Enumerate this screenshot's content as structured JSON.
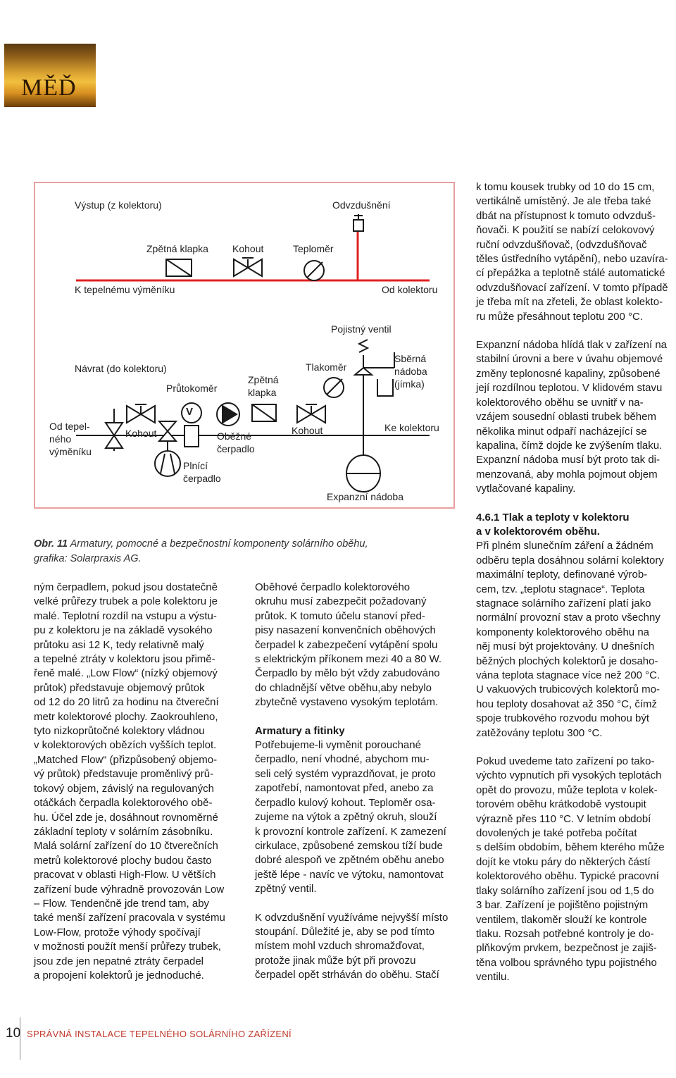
{
  "header": {
    "logo_text": "MĚĎ"
  },
  "diagram": {
    "labels": {
      "vystup": "Výstup (z kolektoru)",
      "odvzdusneni": "Odvzdušnění",
      "zpetna_klapka_top": "Zpětná klapka",
      "kohout_top": "Kohout",
      "teplomer": "Teploměr",
      "k_tepelnemu": "K tepelnému výměníku",
      "od_kolektoru": "Od kolektoru",
      "pojistny_ventil": "Pojistný ventil",
      "navrat": "Návrat (do kolektoru)",
      "tlakomer": "Tlakoměr",
      "zpetna_klapka_mid": "Zpětná\nklapka",
      "sberna_nadoba": "Sběrná\nnádoba\n(jímka)",
      "prutokomer": "Průtokoměr",
      "od_tepelneho": "Od tepel-\nného\nvýměníku",
      "kohout_left": "Kohout",
      "obezne_cerpadlo": "Oběžné\nčerpadlo",
      "kohout_mid": "Kohout",
      "ke_kolektoru": "Ke kolektoru",
      "plnici_cerpadlo": "Plnící\nčerpadlo",
      "expanzni_nadoba": "Expanzní nádoba",
      "flowmeter_symbol": "V"
    }
  },
  "caption": {
    "number": "Obr. 11",
    "text": " Armatury, pomocné a bezpečnostní komponenty solárního oběhu, grafika: Solarpraxis AG."
  },
  "columns": {
    "left": [
      "ným čerpadlem, pokud jsou dostatečně\nvelké průřezy trubek a pole kolektoru je\nmalé. Teplotní rozdíl na vstupu a výstu-\npu z kolektoru je na základě vysokého\nprůtoku asi 12 K, tedy relativně malý\na tepelné ztráty v kolektoru jsou přimě-\nřeně malé. „Low Flow“ (nízký objemový\nprůtok) představuje objemový průtok\nod 12 do 20 litrů za hodinu na čtvereční\nmetr kolektorové plochy. Zaokrouhleno,\ntyto nizkoprůtočné kolektory vládnou\nv kolektorových obězích vyšších teplot.\n„Matched Flow“ (přizpůsobený objemo-\nvý průtok) představuje proměnlivý prů-\ntokový objem, závislý na regulovaných\notáčkách čerpadla kolektorového obě-\nhu. Účel zde je, dosáhnout rovnoměrné\nzákladní teploty v solárním zásobníku.\nMalá solární zařízení do 10 čtverečních\nmetrů kolektorové plochy budou často\npracovat v oblasti High-Flow. U větších\nzařízení bude výhradně provozován Low\n– Flow. Tendenčně jde trend tam, aby\ntaké menší zařízení pracovala v systému\nLow-Flow, protože výhody spočívají\nv možnosti použít menší průřezy trubek,\njsou zde jen nepatné ztráty čerpadel\na propojení kolektorů je jednoduché."
    ],
    "mid": {
      "p1": "Oběhové čerpadlo kolektorového\nokruhu musí zabezpečit požadovaný\nprůtok. K tomuto účelu stanoví před-\npisy nasazení konvenčních oběhových\nčerpadel k zabezpečení vytápění spolu\ns elektrickým příkonem mezi 40 a 80 W.\nČerpadlo by mělo být vždy zabudováno\ndo chladnější větve oběhu,aby nebylo\nzbytečně vystaveno vysokým teplotám.",
      "heading": "Armatury a fitinky",
      "p2": "Potřebujeme-li vyměnit porouchané\nčerpadlo, není vhodné, abychom mu-\nseli celý systém vyprazdňovat, je proto\nzapotřebí, namontovat před, anebo za\nčerpadlo kulový kohout. Teploměr osa-\nzujeme na výtok a zpětný okruh, slouží\nk provozní kontrole zařízení. K zamezení\ncirkulace, způsobené zemskou tíží bude\ndobré alespoň ve zpětném oběhu anebo\nještě lépe - navíc ve výtoku, namontovat\nzpětný ventil.",
      "p3": "K odvzdušnění využíváme nejvyšší místo\nstoupání. Důležité je, aby se pod tímto\nmístem mohl vzduch shromažďovat,\nprotože jinak může být při provozu\nčerpadel opět strháván do oběhu. Stačí"
    },
    "right": {
      "p1": "k tomu kousek trubky od 10 do 15 cm,\nvertikálně umístěný. Je ale třeba také\ndbát na přístupnost k tomuto odvzduš-\nňovači. K použití se nabízí celokovový\nruční odvzdušňovač, (odvzdušňovač\ntěles ústředního vytápění), nebo uzavíra-\ncí přepážka a teplotně stálé automatické\nodvzdušňovací zařízení. V tomto případě\nje třeba mít na zřeteli, že oblast kolekto-\nru může přesáhnout teplotu 200 °C.",
      "p2": "Expanzní nádoba hlídá tlak v zařízení na\nstabilní úrovni a bere v úvahu objemové\nzměny teplonosné kapaliny, způsobené\njejí rozdílnou teplotou. V klidovém stavu\nkolektorového oběhu se uvnitř v na-\nvzájem sousední oblasti trubek během\nněkolika minut odpaří nacházející se\nkapalina, čímž dojde ke zvýšením tlaku.\nExpanzní nádoba musí být proto tak di-\nmenzovaná, aby mohla pojmout objem\nvytlačované kapaliny.",
      "heading": "4.6.1 Tlak a teploty v kolektoru\na v kolektorovém oběhu.",
      "p3": "Při plném slunečním záření a žádném\nodběru tepla dosáhnou solární kolektory\nmaximální teploty, definované výrob-\ncem, tzv. „teplotu stagnace“. Teplota\nstagnace solárního zařízení platí jako\nnormální provozní stav a proto všechny\nkomponenty kolektorového oběhu na\nněj musí být projektovány. U dnešních\nběžných plochých kolektorů je dosaho-\nvána teplota stagnace více než 200 °C.\nU vakuových trubicových kolektorů mo-\nhou teploty dosahovat až 350 °C, čímž\nspoje trubkového rozvodu mohou být\nzatěžovány teplotu 300 °C.",
      "p4": "Pokud uvedeme tato zařízení po tako-\nvýchto vypnutích při vysokých teplotách\nopět do provozu, může teplota v kolek-\ntorovém oběhu krátkodobě vystoupit\nvýrazně přes 110 °C. V letním období\ndovolených je také potřeba počítat\ns delším obdobím, během kterého může\ndojít ke vtoku páry do některých částí\nkolektorového oběhu. Typické pracovní\ntlaky solárního zařízení jsou od 1,5 do\n3 bar. Zařízení je pojištěno pojistným\nventilem, tlakoměr slouží ke kontrole\ntlaku. Rozsah potřebné kontroly je do-\nplňkovým prvkem, bezpečnost je zajiš-\ntěna volbou správného typu pojistného\nventilu."
    }
  },
  "footer": {
    "page_number": "10",
    "title": "SPRÁVNÁ INSTALACE TEPELNÉHO SOLÁRNÍHO ZAŘÍZENÍ"
  },
  "colors": {
    "pipe_hot": "#e02020",
    "pipe_cold": "#1a1a1a",
    "frame": "#e8a0a0",
    "footer_title": "#c0392b"
  }
}
